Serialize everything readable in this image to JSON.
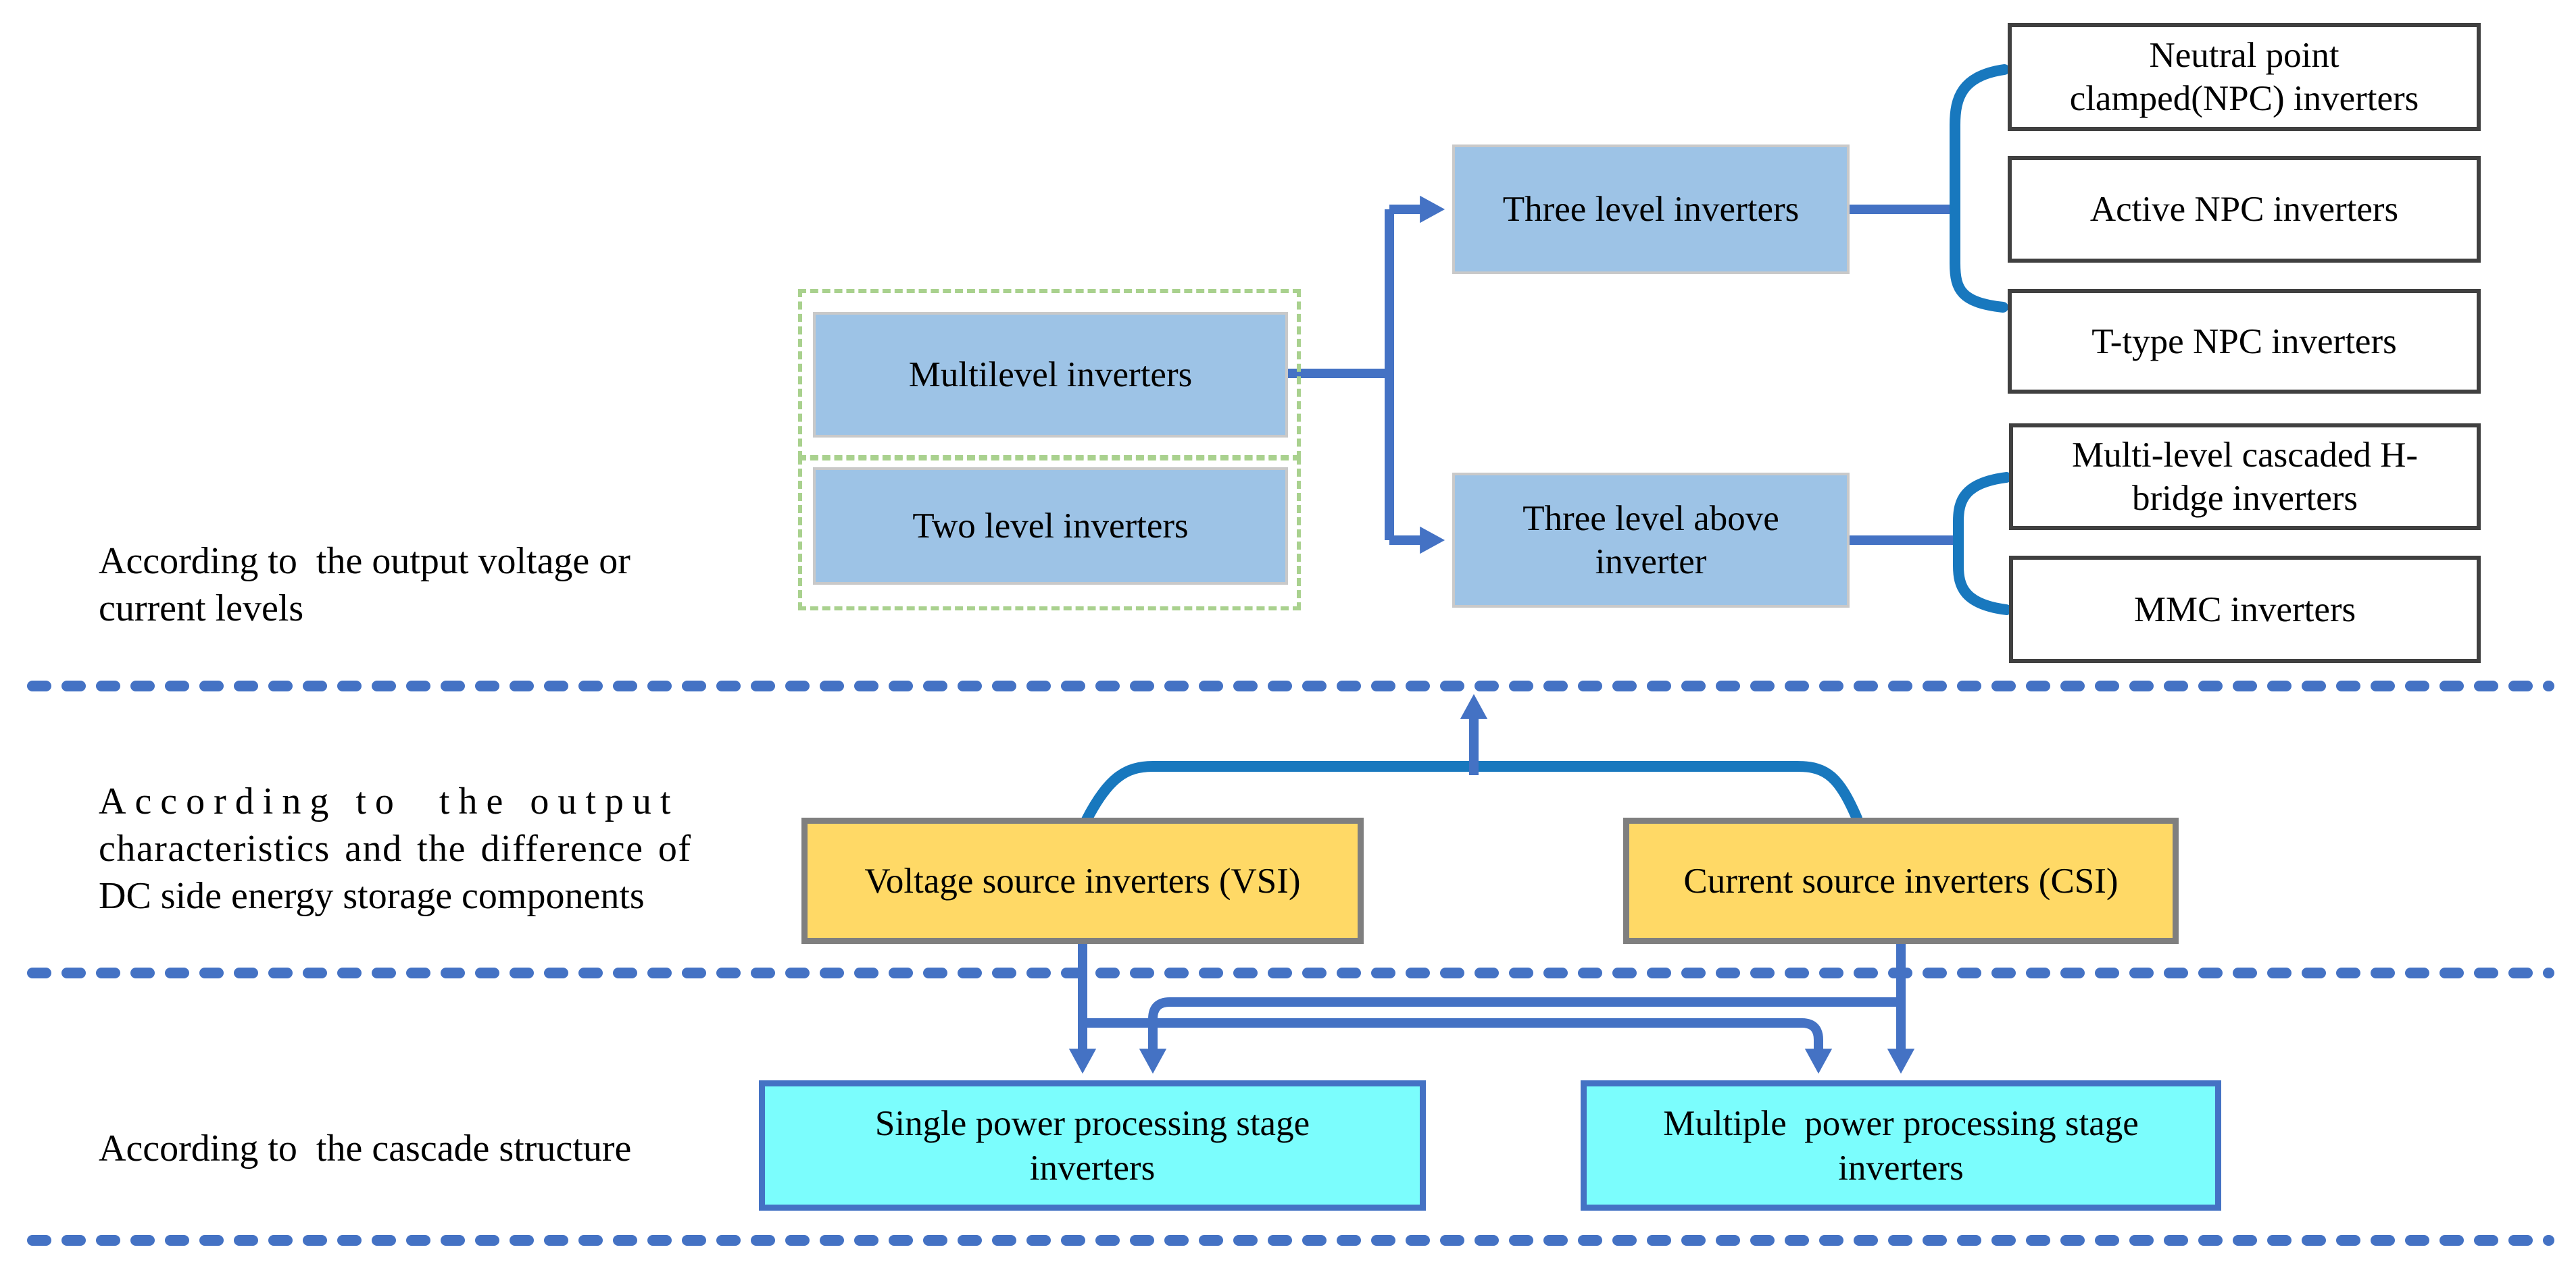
{
  "figure": {
    "title": "Inverter classification diagram",
    "colors": {
      "arrow_blue": "#4472C4",
      "bracket_blue": "#1878BE",
      "light_blue_fill": "#9DC3E6",
      "yellow_fill": "#FFD966",
      "cyan_fill": "#7BFDFD",
      "green_dash": "#A9D18E",
      "dark_box_border": "#404040",
      "gray_border": "#7F7F7F",
      "text": "#000000"
    }
  },
  "sections": [
    {
      "label_lines": [
        "According to  the output voltage or",
        "current levels"
      ]
    },
    {
      "label_lines": [
        "According to  the output",
        "characteristics and the difference of",
        "DC side energy storage components"
      ]
    },
    {
      "label_lines": [
        "According to  the cascade structure"
      ]
    }
  ],
  "nodes": {
    "multilevel": {
      "label": "Multilevel inverters"
    },
    "two_level": {
      "label": "Two level inverters"
    },
    "three_level": {
      "label": "Three level inverters"
    },
    "three_level_above": {
      "lines": [
        "Three level above",
        "inverter"
      ]
    },
    "npc": {
      "lines": [
        "Neutral point",
        "clamped(NPC) inverters"
      ]
    },
    "active_npc": {
      "label": "Active NPC inverters"
    },
    "t_type_npc": {
      "label": "T-type NPC inverters"
    },
    "cascaded_h_bridge": {
      "lines": [
        "Multi-level cascaded H-",
        "bridge inverters"
      ]
    },
    "mmc": {
      "label": "MMC inverters"
    },
    "vsi": {
      "label": "Voltage source inverters (VSI)"
    },
    "csi": {
      "label": "Current source inverters (CSI)"
    },
    "single_stage": {
      "lines": [
        "Single power processing stage",
        "inverters"
      ]
    },
    "multiple_stage": {
      "lines": [
        "Multiple  power processing stage",
        "inverters"
      ]
    }
  }
}
